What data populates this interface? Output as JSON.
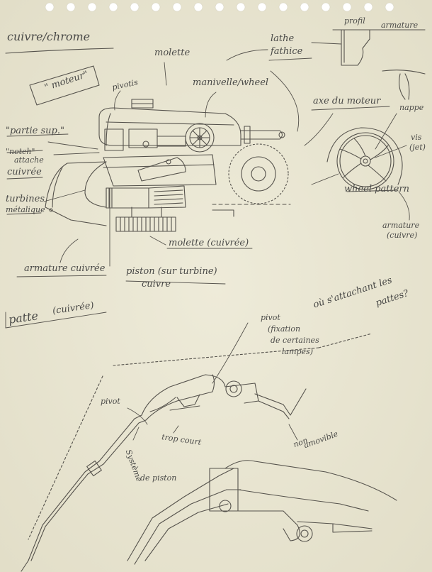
{
  "labels": {
    "cuivre_chrome": "cuivre/chrome",
    "molette": "molette",
    "lathe": "lathe",
    "fathice": "fathice",
    "profil": "profil",
    "armature_top": "armature",
    "moteur": "\" moteur\"",
    "pivotis": "pivotis",
    "manivelle": "manivelle/wheel",
    "axe_moteur": "axe du moteur",
    "nappe": "nappe",
    "partie_sup": "\"partie sup.\"",
    "notch": "\"notch\"",
    "attache": "attache",
    "cuivree_1": "cuivrée",
    "vis": "vis",
    "jet": "(jet)",
    "turbines": "turbines",
    "metalique": "métalique",
    "wheel_pattern": "wheel pattern",
    "armature_right": "armature",
    "cuivre_right": "(cuivre)",
    "molette_cuivree": "molette (cuivrée)",
    "armature_cuivree": "armature cuivrée",
    "piston": "piston (sur turbine)",
    "cuivre_piston": "cuivre",
    "rattachant": "où s'attachant les",
    "pattes_q": "pattes?",
    "patte": "patte",
    "cuivree_patte": "(cuivrée)",
    "pivot_top": "pivot",
    "fixation": "(fixation",
    "de_certaines": "de certaines",
    "lampes": "lampes)",
    "pivot_left": "pivot",
    "trop_court": "trop court",
    "systeme": "Système",
    "de_piston": "de piston",
    "non": "non",
    "amovible": "amovible"
  }
}
